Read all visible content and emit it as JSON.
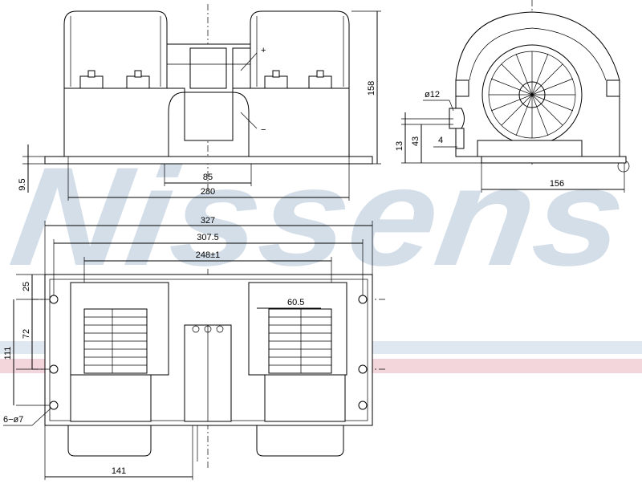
{
  "watermark": {
    "text": "Nissens",
    "color": "#9fb7cf",
    "stripe_blue": "#b9cbe0",
    "stripe_red": "#e8b4bd"
  },
  "front_view": {
    "dims": {
      "total_height": "158",
      "flange": "9.5",
      "center": "85",
      "width": "280",
      "plus": "+",
      "minus": "−"
    }
  },
  "side_view": {
    "dims": {
      "shaft_dia": "ø12",
      "h1": "13",
      "h2": "43",
      "h3": "4",
      "width": "156"
    }
  },
  "bottom_view": {
    "dims": {
      "overall": "327",
      "holes": "307.5",
      "inner": "248±1",
      "offset": "60.5",
      "d25": "25",
      "d72": "72",
      "d111": "111",
      "holes_count": "6−ø7",
      "d141": "141"
    }
  }
}
